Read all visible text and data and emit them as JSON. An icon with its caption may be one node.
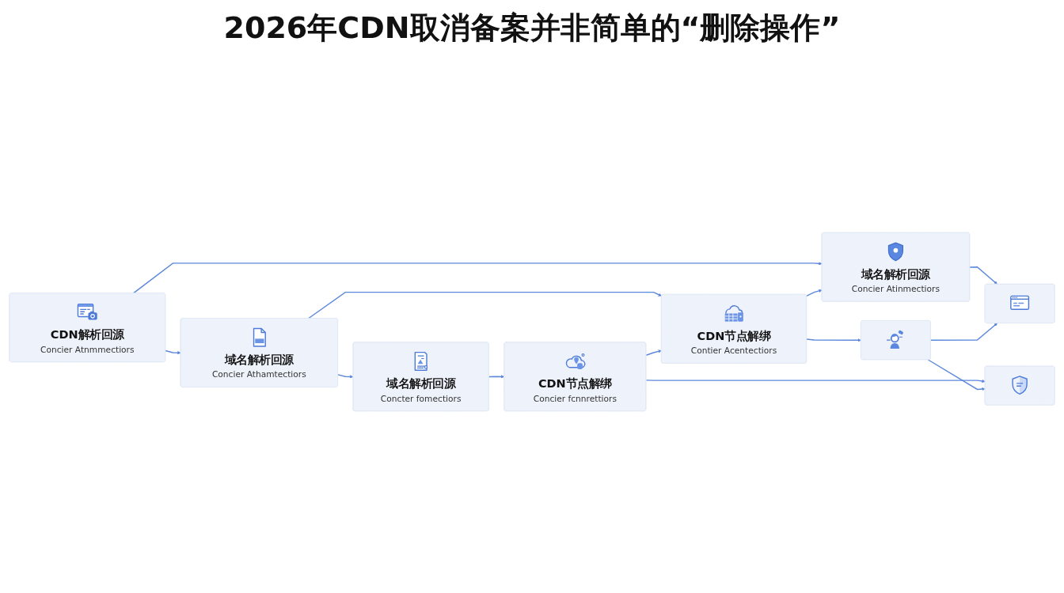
{
  "diagram": {
    "title": "2026年CDN取消备案并非简单的“删除操作”",
    "nodes": [
      {
        "text": [
          "CDN解析回源",
          "Concier Atnmmectiors"
        ]
      },
      {
        "text": [
          "域名解析回源",
          "Concier Athamtectiors"
        ]
      },
      {
        "text": [
          "域名解析回源",
          "Concter fomectiors"
        ]
      },
      {
        "text": [
          "域名解析回源",
          "Concier Atinmectiors"
        ]
      },
      {
        "text": [
          "CDN节点解绑",
          "Contier Acentectiors"
        ]
      },
      {
        "text": [
          "CDN节点解绑",
          "Concier fcnnrettiors"
        ]
      },
      {
        "text": [],
        "shape": "box"
      },
      {
        "text": [],
        "shape": "box"
      },
      {
        "text": [],
        "shape": "box"
      }
    ],
    "edges": [
      {
        "from": 0,
        "to": 1,
        "arrow": "to"
      },
      {
        "from": 1,
        "to": 2,
        "arrow": "to"
      },
      {
        "from": 0,
        "to": 3,
        "arrow": "to"
      },
      {
        "from": 1,
        "to": 4,
        "arrow": "to"
      },
      {
        "from": 2,
        "to": 5,
        "arrow": "to"
      },
      {
        "from": 4,
        "to": 3,
        "arrow": "to"
      },
      {
        "from": 5,
        "to": 4,
        "arrow": "to"
      },
      {
        "from": 3,
        "to": 6,
        "arrow": "to"
      },
      {
        "from": 4,
        "to": 7,
        "arrow": "to"
      },
      {
        "from": 5,
        "to": 8,
        "arrow": "to"
      },
      {
        "from": 7,
        "to": 6,
        "arrow": "to"
      },
      {
        "from": 7,
        "to": 8,
        "arrow": "to"
      }
    ]
  }
}
